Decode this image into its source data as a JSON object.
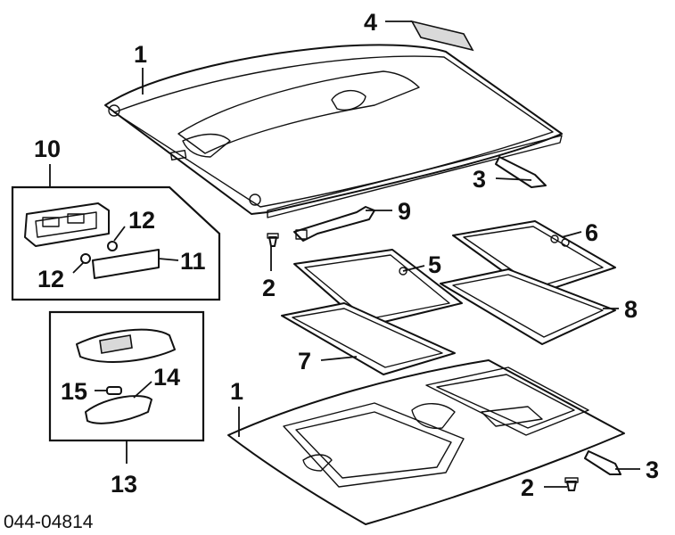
{
  "diagram": {
    "part_code": "044-04814",
    "callouts": {
      "c1_top": "1",
      "c1_bottom": "1",
      "c2_left": "2",
      "c2_bottom": "2",
      "c3_top": "3",
      "c3_bottom": "3",
      "c4": "4",
      "c5": "5",
      "c6": "6",
      "c7": "7",
      "c8": "8",
      "c9": "9",
      "c10": "10",
      "c11": "11",
      "c12_upper": "12",
      "c12_lower": "12",
      "c13": "13",
      "c14": "14",
      "c15": "15"
    }
  }
}
